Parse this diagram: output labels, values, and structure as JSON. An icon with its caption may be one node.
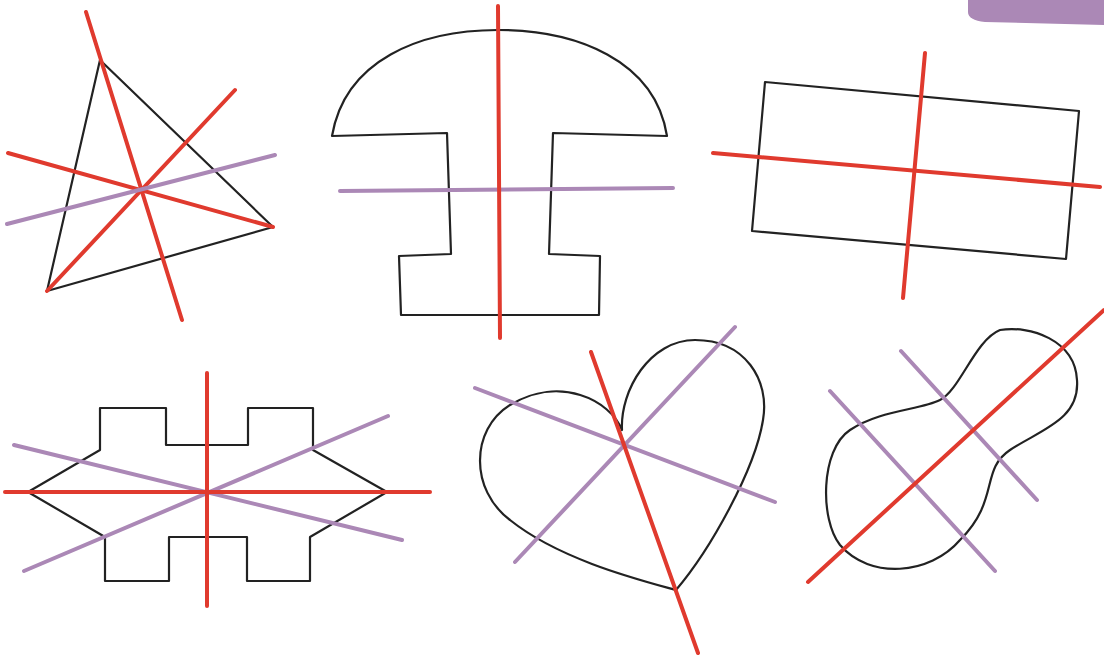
{
  "diagram": {
    "nodes": [
      {
        "text": [],
        "shape": "tab"
      },
      {
        "text": [],
        "shape": "triangle"
      },
      {
        "text": [],
        "shape": "mushroom"
      },
      {
        "text": [],
        "shape": "rectangle"
      },
      {
        "text": [],
        "shape": "cross"
      },
      {
        "text": [],
        "shape": "heart"
      },
      {
        "text": [],
        "shape": "blob"
      }
    ]
  }
}
